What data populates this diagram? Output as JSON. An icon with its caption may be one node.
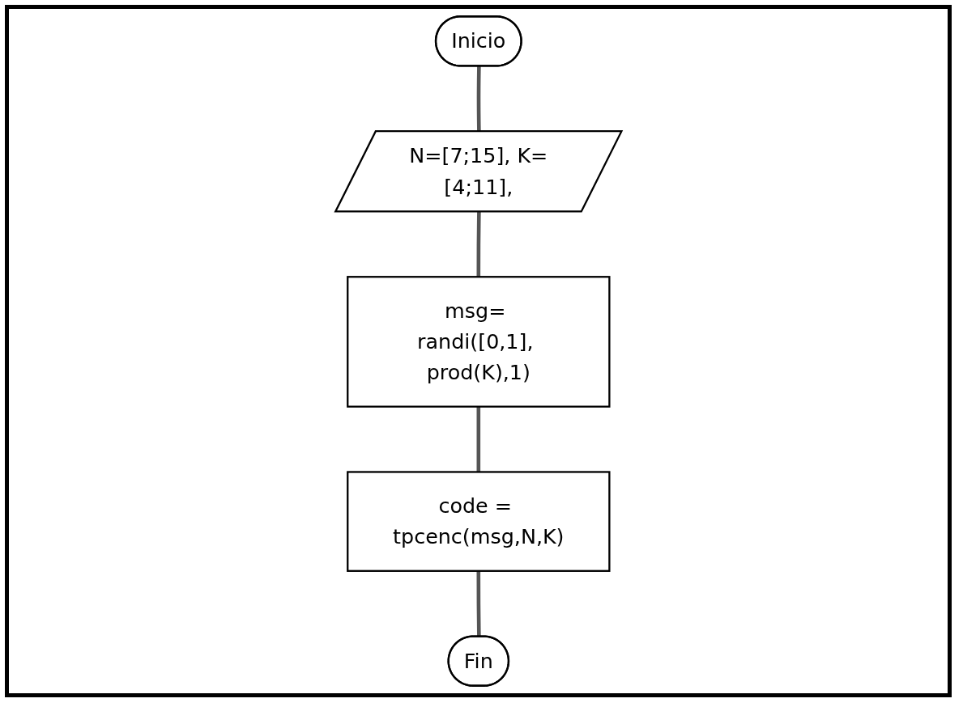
{
  "diagram": {
    "nodes": [
      {
        "text": [
          "Inicio"
        ]
      },
      {
        "text": [
          "N=[7;15], K=[4;11],"
        ]
      },
      {
        "text": [
          "msg= randi([0,1], prod(K),1)"
        ]
      },
      {
        "text": [
          "code = tpcenc(msg,N,K)"
        ]
      },
      {
        "text": [
          "Fin"
        ]
      }
    ],
    "edges": [
      {
        "from": 0,
        "to": 1,
        "arrow": "none"
      },
      {
        "from": 1,
        "to": 2,
        "arrow": "none"
      },
      {
        "from": 2,
        "to": 3,
        "arrow": "none"
      },
      {
        "from": 3,
        "to": 4,
        "arrow": "none"
      }
    ]
  }
}
